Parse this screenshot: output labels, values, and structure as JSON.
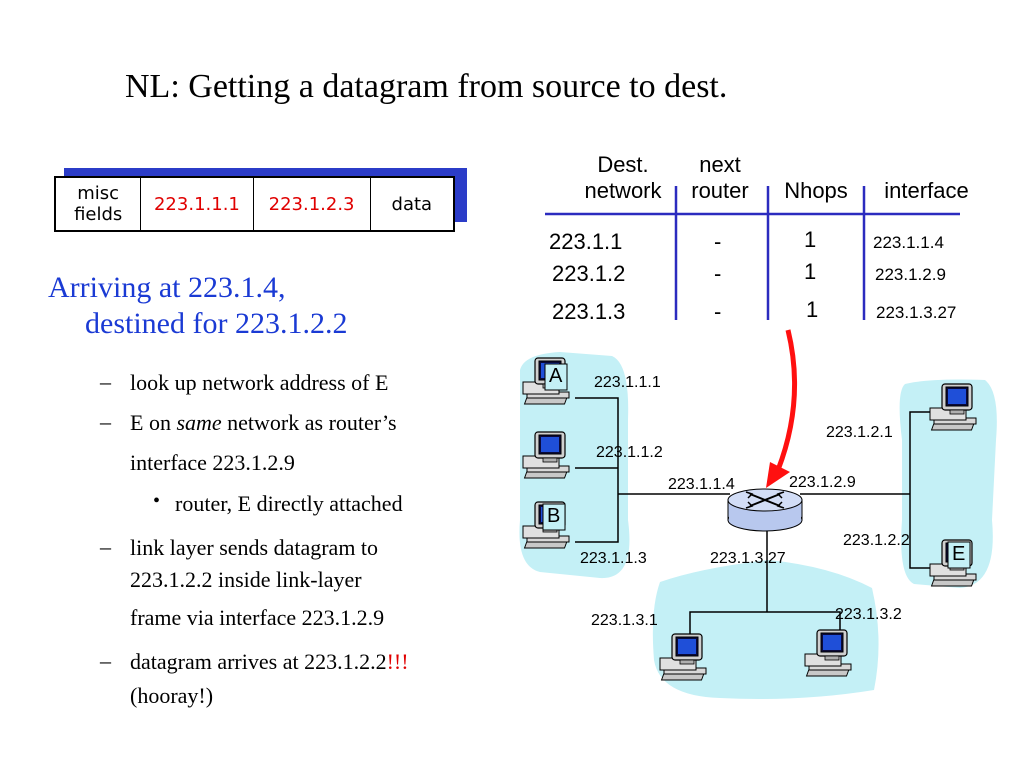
{
  "title": "NL: Getting a datagram from source to dest.",
  "datagram": {
    "fields": [
      "misc\nfields",
      "223.1.1.1",
      "223.1.2.3",
      "data"
    ]
  },
  "text": {
    "arriving_line1": "Arriving at 223.1.4,",
    "arriving_line2": "destined for 223.1.2.2",
    "b1": "look up network address of E",
    "b2_pre": "E on ",
    "b2_em": "same",
    "b2_post": " network as router’s",
    "b2_line2": "interface 223.1.2.9",
    "b2_sub": "router, E directly attached",
    "b3_line1": "link layer sends datagram to",
    "b3_line2": "223.1.2.2 inside link-layer",
    "b3_line3": "frame via interface 223.1.2.9",
    "b4_pre": "datagram arrives at 223.1.2.2",
    "b4_bang": "!!!",
    "b4_line2": "(hooray!)"
  },
  "routing_table": {
    "headers": {
      "dest": "Dest.\nnetwork",
      "next": "next\nrouter",
      "nhops": "Nhops",
      "iface": "interface"
    },
    "rows": [
      {
        "dest": "223.1.1",
        "next": "-",
        "nhops": "1",
        "iface": "223.1.1.4"
      },
      {
        "dest": "223.1.2",
        "next": "-",
        "nhops": "1",
        "iface": "223.1.2.9"
      },
      {
        "dest": "223.1.3",
        "next": "-",
        "nhops": "1",
        "iface": "223.1.3.27"
      }
    ]
  },
  "network": {
    "host_labels": {
      "a": "A",
      "b": "B",
      "e": "E"
    },
    "addresses": {
      "a": "223.1.1.1",
      "h2": "223.1.1.2",
      "b": "223.1.1.3",
      "r1": "223.1.1.4",
      "r2": "223.1.2.9",
      "r3": "223.1.3.27",
      "h21": "223.1.2.1",
      "e": "223.1.2.2",
      "h31": "223.1.3.1",
      "h32": "223.1.3.2"
    }
  },
  "colors": {
    "bullet_blue": "#1a3ad4",
    "datagram_shadow": "#2b3cc8",
    "address_red": "#e00000",
    "blob": "#c4f0f6",
    "arrow": "#ff1010",
    "router": "#b8c8ee"
  }
}
